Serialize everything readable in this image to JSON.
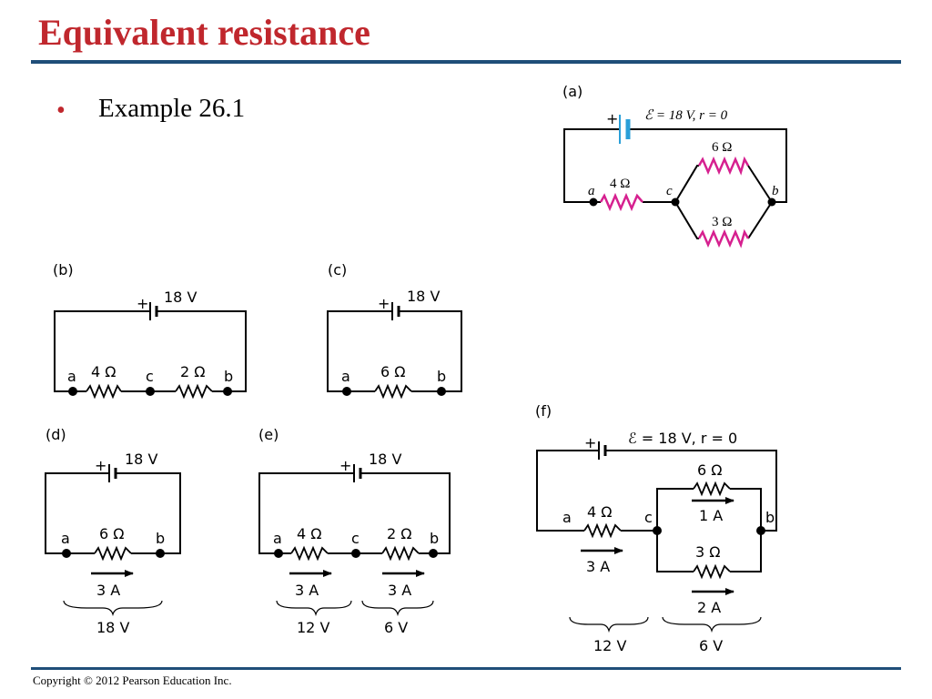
{
  "title": "Equivalent resistance",
  "bullet": {
    "marker": "•",
    "text": "Example 26.1"
  },
  "footer": "Copyright © 2012 Pearson Education Inc.",
  "colors": {
    "title": "#c0272d",
    "rule": "#1f4e79",
    "resistor_a": "#d6208f",
    "battery_a": "#2a9fd8"
  },
  "panel_a": {
    "tag": "(a)",
    "plus": "+",
    "emf": "ℰ = 18 V, r = 0",
    "r1": "4 Ω",
    "r2": "6 Ω",
    "r3": "3 Ω",
    "node_a": "a",
    "node_c": "c",
    "node_b": "b"
  },
  "panel_b": {
    "tag": "(b)",
    "plus": "+",
    "emf": "18 V",
    "r1": "4 Ω",
    "r2": "2 Ω",
    "node_a": "a",
    "node_c": "c",
    "node_b": "b"
  },
  "panel_c": {
    "tag": "(c)",
    "plus": "+",
    "emf": "18 V",
    "r": "6 Ω",
    "node_a": "a",
    "node_b": "b"
  },
  "panel_d": {
    "tag": "(d)",
    "plus": "+",
    "emf": "18 V",
    "r": "6 Ω",
    "node_a": "a",
    "node_b": "b",
    "current": "3 A",
    "voltage": "18 V"
  },
  "panel_e": {
    "tag": "(e)",
    "plus": "+",
    "emf": "18 V",
    "r1": "4 Ω",
    "r2": "2 Ω",
    "node_a": "a",
    "node_c": "c",
    "node_b": "b",
    "current1": "3 A",
    "current2": "3 A",
    "voltage1": "12 V",
    "voltage2": "6 V"
  },
  "panel_f": {
    "tag": "(f)",
    "plus": "+",
    "emf": "ℰ = 18 V, r = 0",
    "r1": "4 Ω",
    "r2": "6 Ω",
    "r3": "3 Ω",
    "node_a": "a",
    "node_c": "c",
    "node_b": "b",
    "current_main": "3 A",
    "current_top": "1 A",
    "current_bottom": "2 A",
    "voltage1": "12 V",
    "voltage2": "6 V"
  }
}
